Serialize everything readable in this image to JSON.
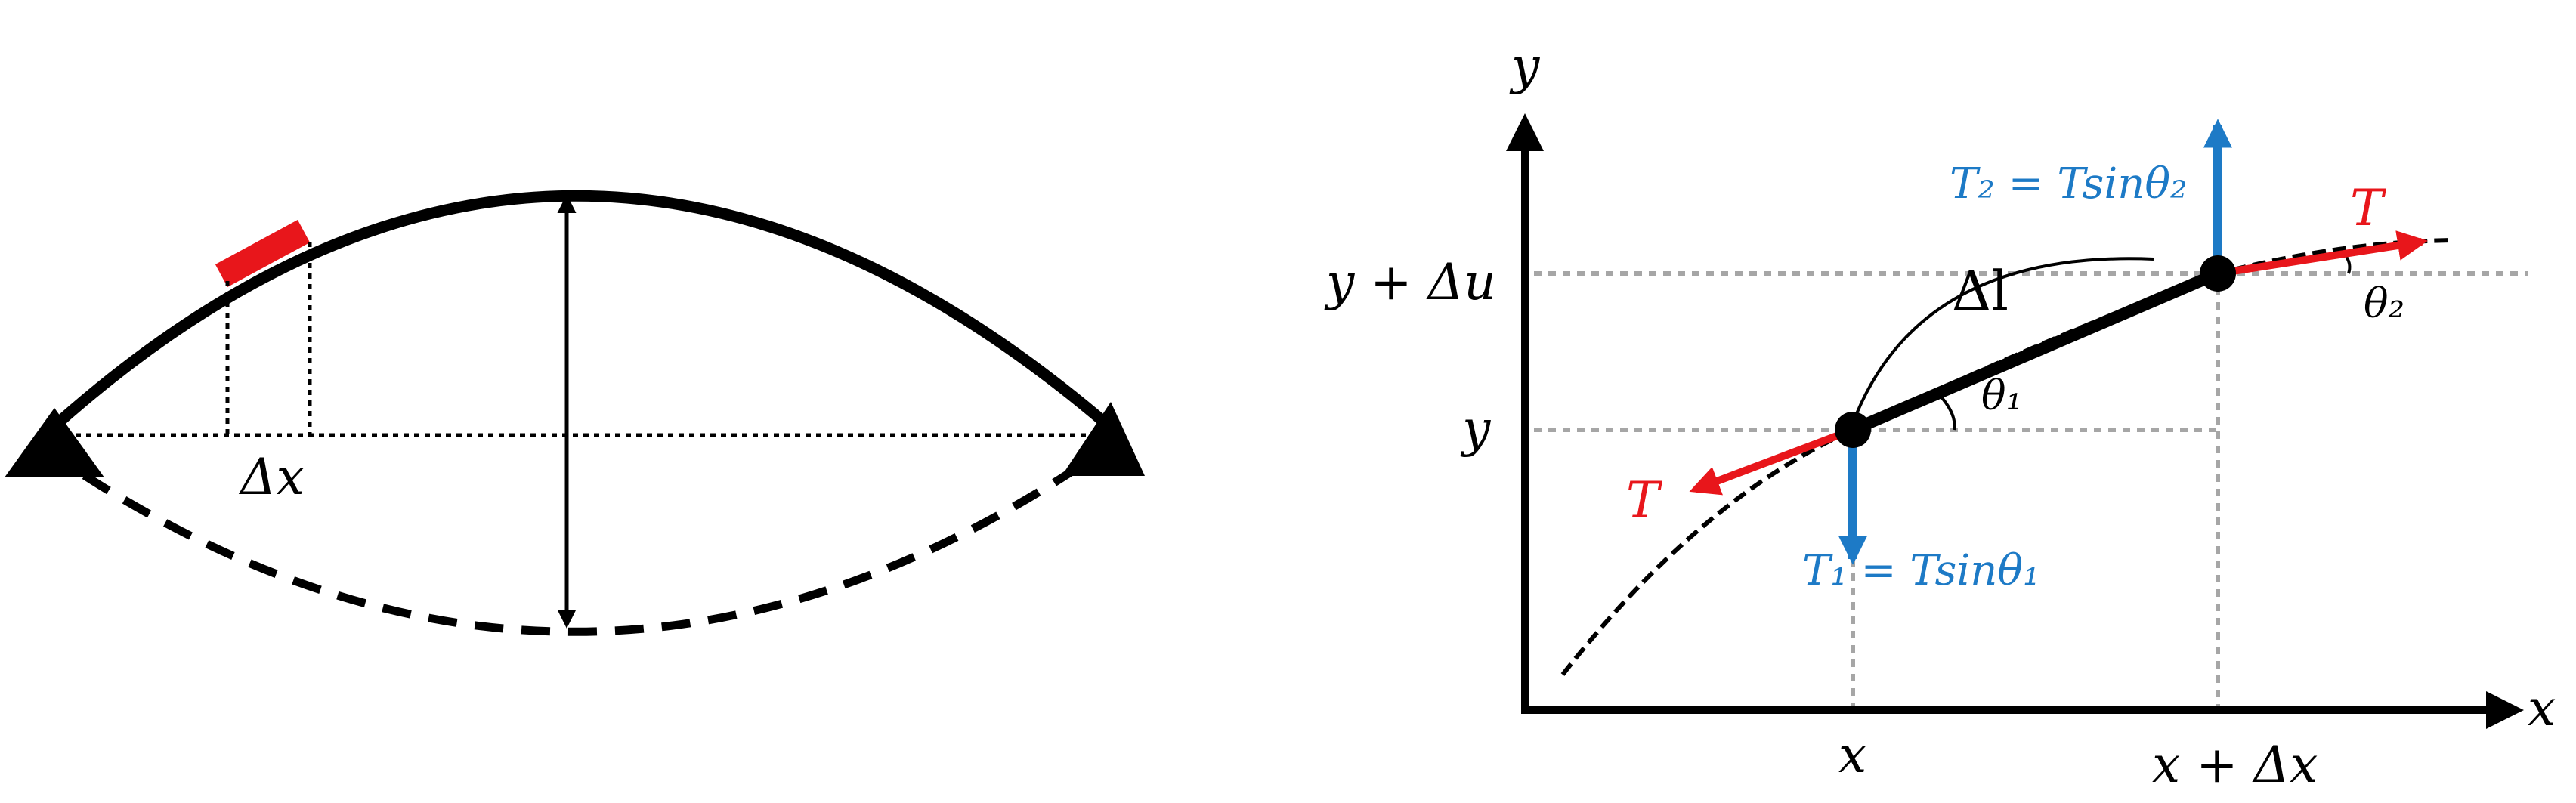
{
  "colors": {
    "ink": "#000000",
    "highlight": "#e8161b",
    "force_blue": "#1d7ac6",
    "guide_gray": "#a6a6a6"
  },
  "left_diagram": {
    "dx_label": "Δx"
  },
  "right_diagram": {
    "axes": {
      "y_label": "y",
      "x_label": "x"
    },
    "y_ticks": [
      "y + Δu",
      "y"
    ],
    "x_ticks": [
      "x",
      "x + Δx"
    ],
    "segment_label": "Δl",
    "angles": [
      "θ₁",
      "θ₂"
    ],
    "tension_labels": [
      "T",
      "T"
    ],
    "force_labels": {
      "t2": "T₂ = Tsinθ₂",
      "t1": "T₁ = Tsinθ₁"
    }
  }
}
